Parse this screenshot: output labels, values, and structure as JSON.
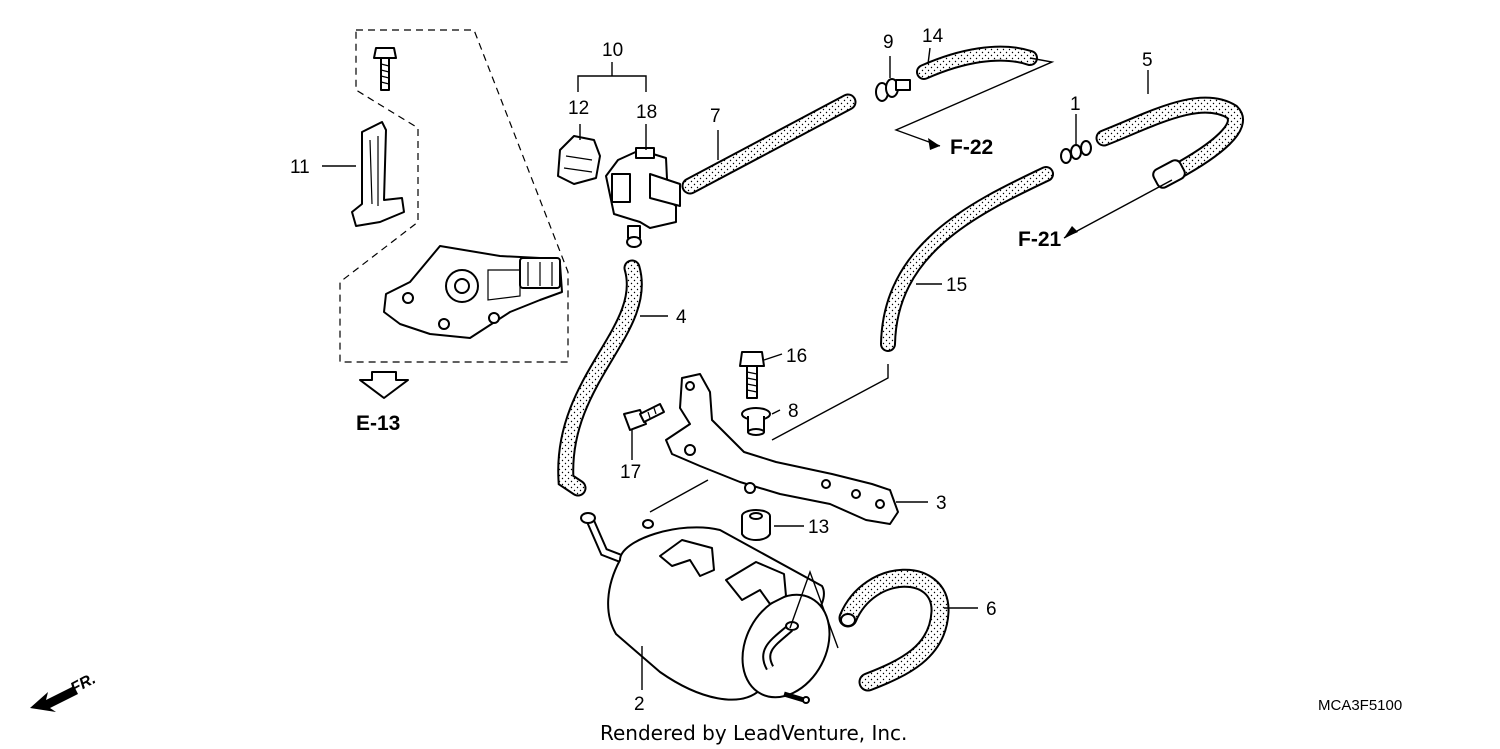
{
  "diagram": {
    "callouts": {
      "c1": "1",
      "c2": "2",
      "c3": "3",
      "c4": "4",
      "c5": "5",
      "c6": "6",
      "c7": "7",
      "c8": "8",
      "c9": "9",
      "c10": "10",
      "c11": "11",
      "c12": "12",
      "c13": "13",
      "c14": "14",
      "c15": "15",
      "c16": "16",
      "c17": "17",
      "c18": "18"
    },
    "references": {
      "e13": "E-13",
      "f21": "F-21",
      "f22": "F-22"
    },
    "direction_label": "FR.",
    "drawing_code": "MCA3F5100",
    "credit": "Rendered by LeadVenture, Inc."
  }
}
